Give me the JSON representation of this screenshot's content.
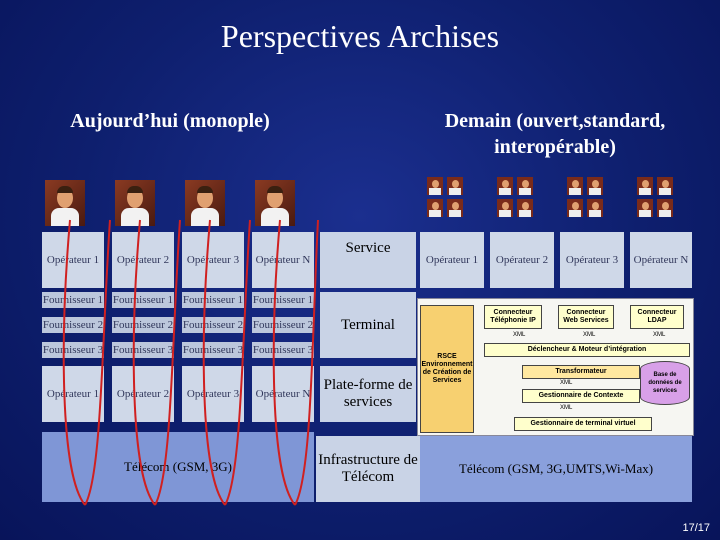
{
  "title": "Perspectives Archises",
  "left_heading": "Aujourd’hui (monople)",
  "right_heading": "Demain (ouvert,standard, interopérable)",
  "left": {
    "operators_top": [
      "Opérateur 1",
      "Opérateur 2",
      "Opérateur 3",
      "Opérateur N"
    ],
    "fournisseur_rows": [
      [
        "Fournisseur 1",
        "Fournisseur 1",
        "Fournisseur 1",
        "Fournisseur 1"
      ],
      [
        "Fournisseur 2",
        "Fournisseur 2",
        "Fournisseur 2",
        "Fournisseur 2"
      ],
      [
        "Fournisseur 3",
        "Fournisseur 3",
        "Fournisseur 3",
        "Fournisseur 3"
      ]
    ],
    "operators_platform": [
      "Opérateur 1",
      "Opérateur 2",
      "Opérateur 3",
      "Opérateur N"
    ],
    "telecom": "Télécom (GSM, 3G)"
  },
  "middle_labels": {
    "service": "Service",
    "terminal": "Terminal",
    "platform": "Plate-forme de services",
    "infra": "Infrastructure de Télécom"
  },
  "right": {
    "operators_top": [
      "Opérateur 1",
      "Opérateur 2",
      "Opérateur 3",
      "Opérateur N"
    ],
    "telecom": "Télécom (GSM, 3G,UMTS,Wi-Max)",
    "diagram": {
      "rsce": "RSCE Environnement de Création de Services",
      "connecteur_tel": "Connecteur Téléphonie IP",
      "connecteur_ws": "Connecteur Web Services",
      "connecteur_ldap": "Connecteur LDAP",
      "declencheur": "Déclencheur & Moteur d’intégration",
      "transformateur": "Transformateur",
      "gestionnaire_contexte": "Gestionnaire de Contexte",
      "gestionnaire_terminal": "Gestionnaire de terminal virtuel",
      "base": "Base de données de services",
      "xml": "XML"
    }
  },
  "page_number": "17/17"
}
